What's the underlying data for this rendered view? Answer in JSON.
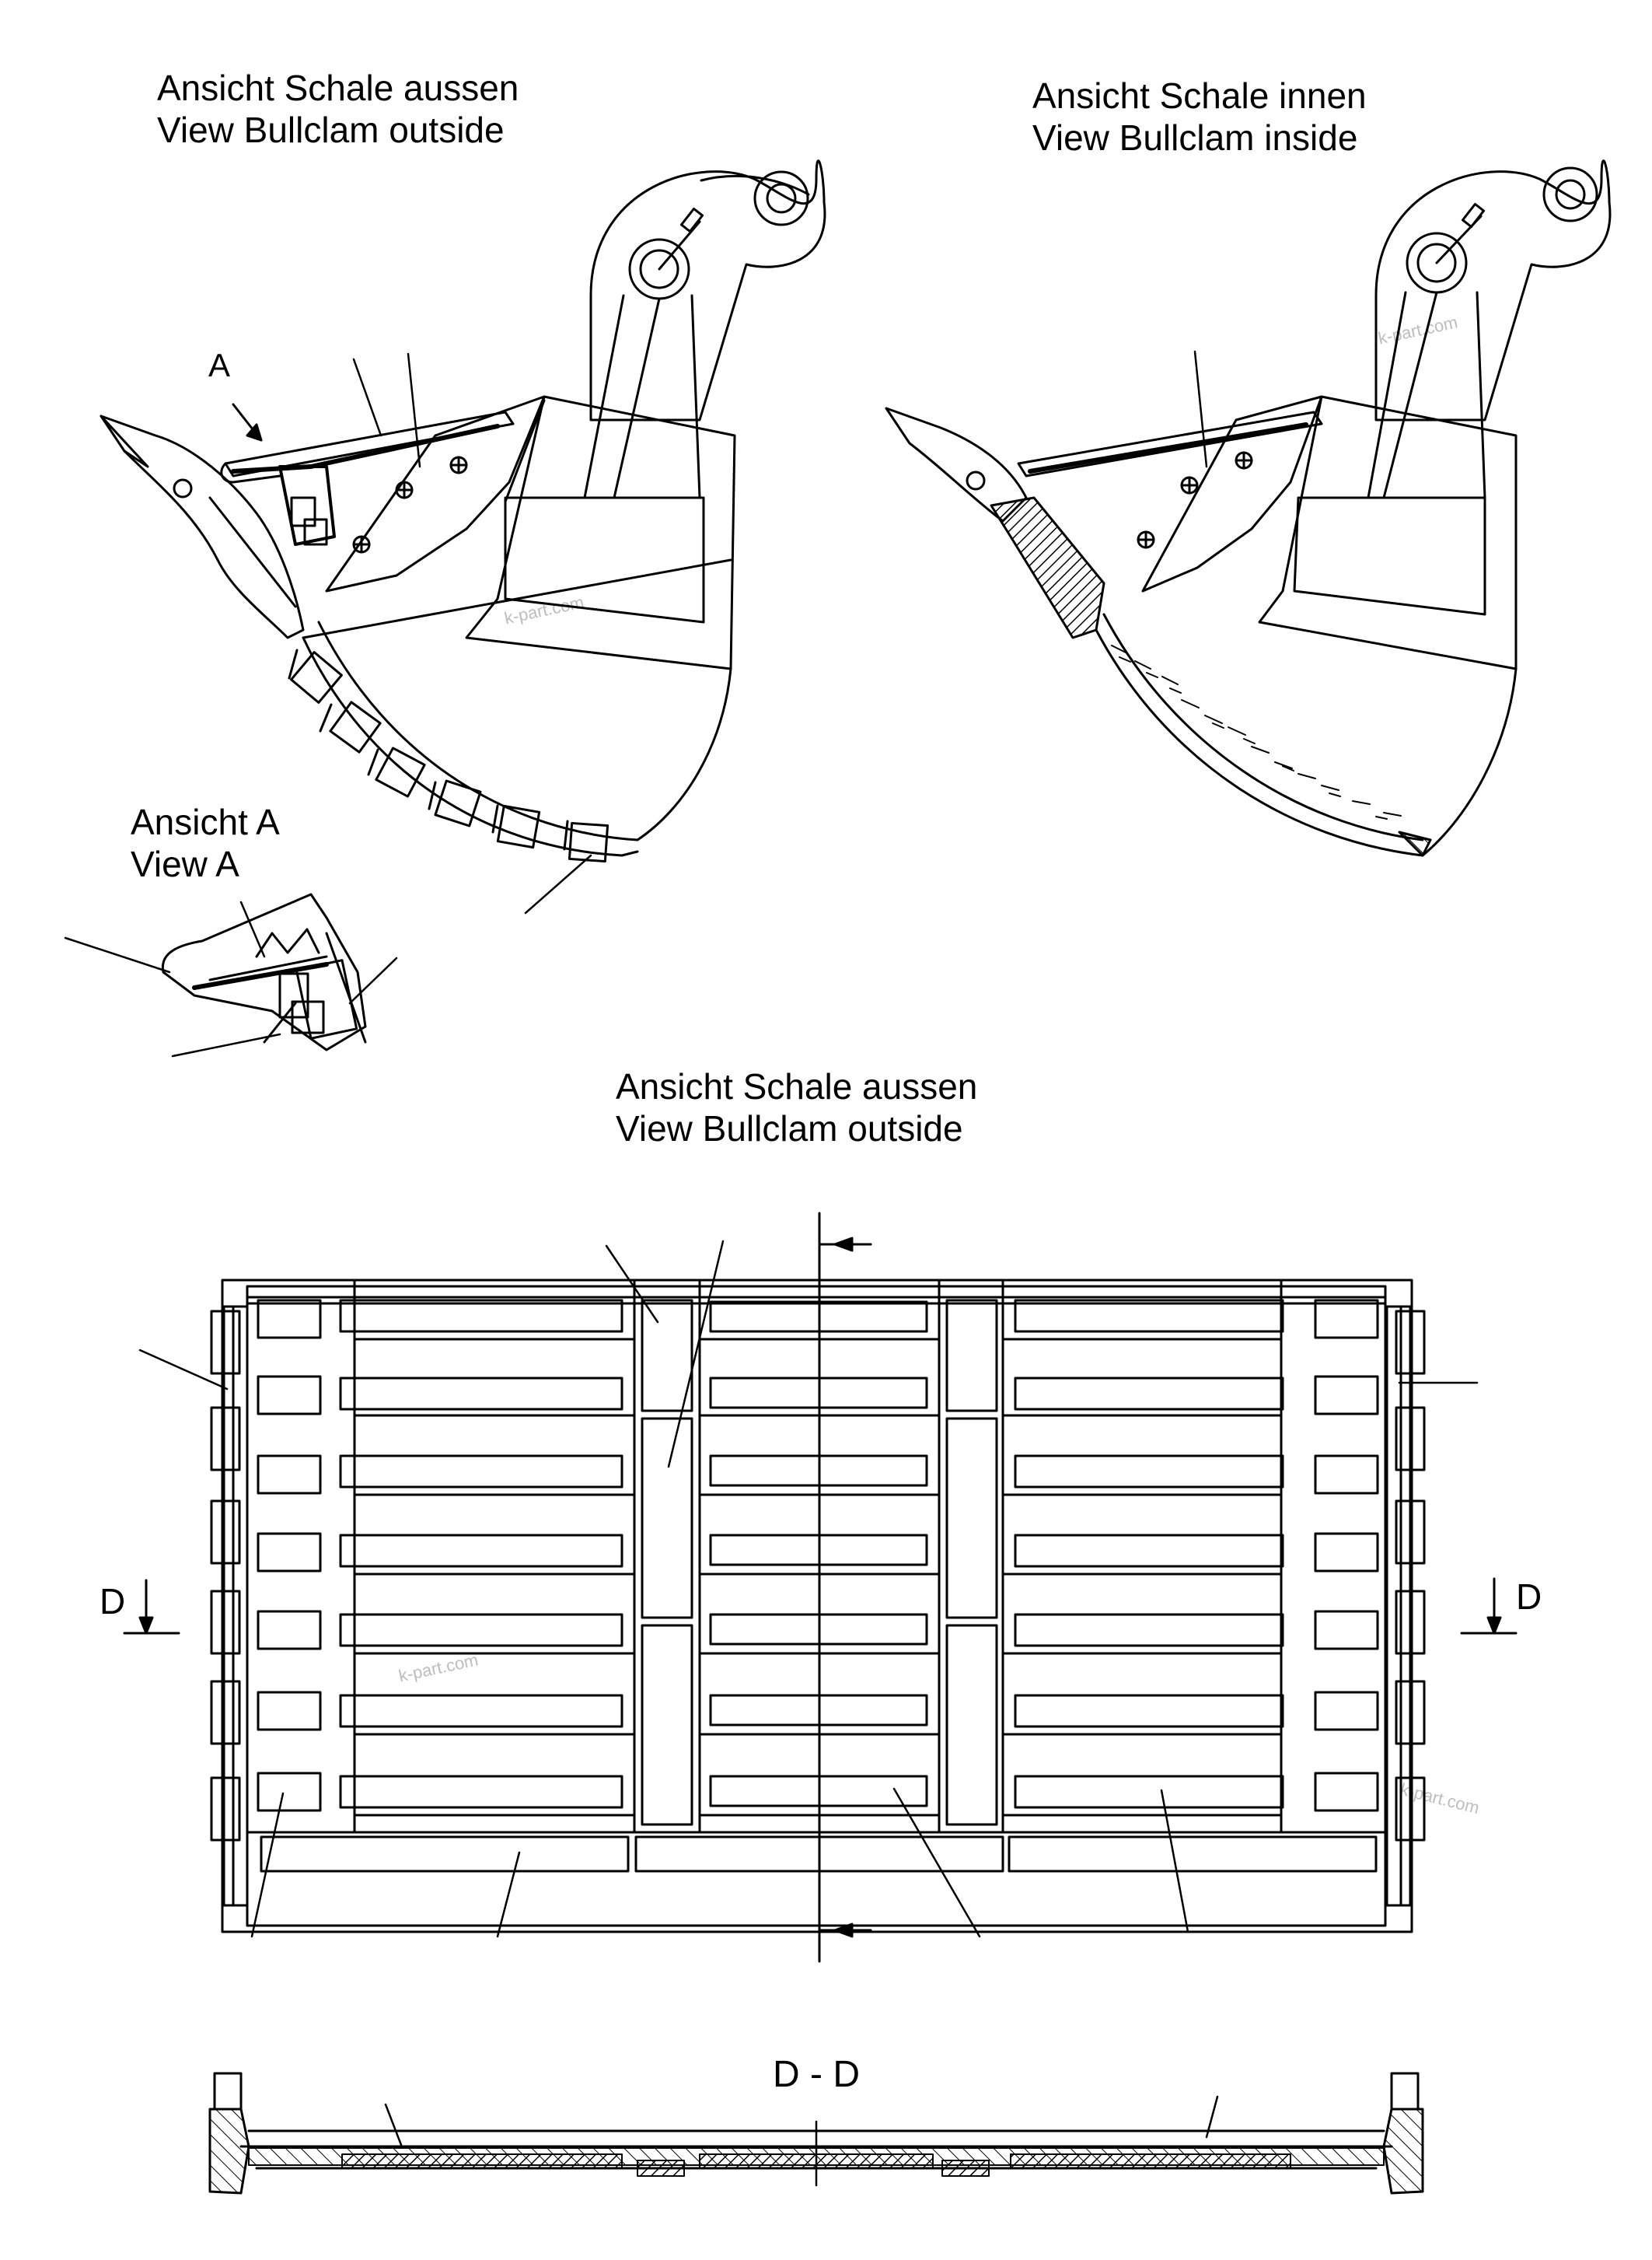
{
  "views": {
    "top_left": {
      "line1": "Ansicht Schale aussen",
      "line2": "View Bullclam outside"
    },
    "top_right": {
      "line1": "Ansicht Schale innen",
      "line2": "View Bullclam inside"
    },
    "detail": {
      "line1": "Ansicht A",
      "line2": "View A"
    },
    "middle": {
      "line1": "Ansicht Schale aussen",
      "line2": "View Bullclam outside"
    }
  },
  "markers": {
    "arrow_a": "A",
    "section_left": "D",
    "section_right": "D"
  },
  "section": {
    "title": "D - D"
  },
  "watermark": "k-part.com"
}
